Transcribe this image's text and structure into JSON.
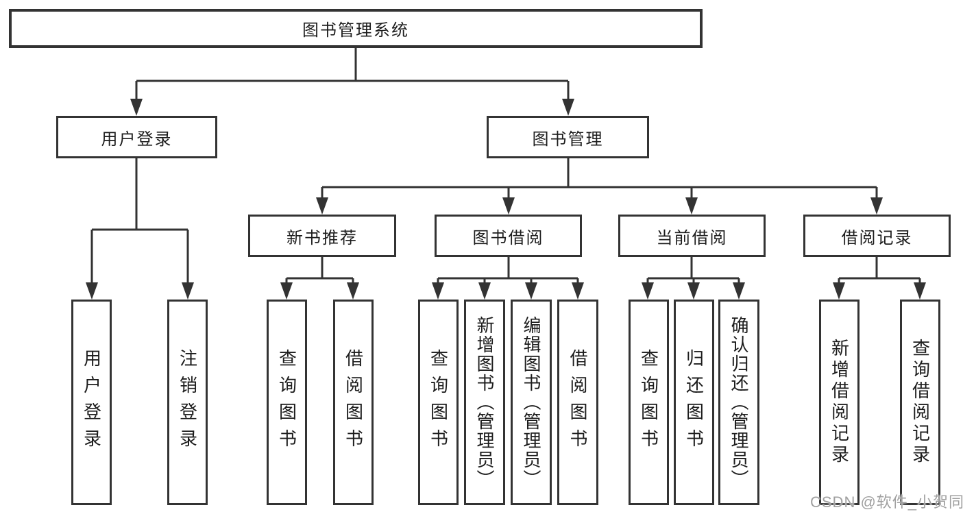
{
  "diagram": {
    "title": "图书管理系统",
    "branches": [
      {
        "label": "用户登录",
        "children": [
          {
            "label": "用户登录"
          },
          {
            "label": "注销登录"
          }
        ]
      },
      {
        "label": "图书管理",
        "children": [
          {
            "label": "新书推荐",
            "children": [
              {
                "label": "查询图书"
              },
              {
                "label": "借阅图书"
              }
            ]
          },
          {
            "label": "图书借阅",
            "children": [
              {
                "label": "查询图书"
              },
              {
                "label": "新增图书（管理员）"
              },
              {
                "label": "编辑图书（管理员）"
              },
              {
                "label": "借阅图书"
              }
            ]
          },
          {
            "label": "当前借阅",
            "children": [
              {
                "label": "查询图书"
              },
              {
                "label": "归还图书"
              },
              {
                "label": "确认归还（管理员）"
              }
            ]
          },
          {
            "label": "借阅记录",
            "children": [
              {
                "label": "新增借阅记录"
              },
              {
                "label": "查询借阅记录"
              }
            ]
          }
        ]
      }
    ]
  },
  "watermark": "CSDN @软件_小贺同学",
  "colors": {
    "line": "#333333",
    "text": "#1c1c1c",
    "background": "#ffffff",
    "watermark": "#a0a0a0"
  }
}
